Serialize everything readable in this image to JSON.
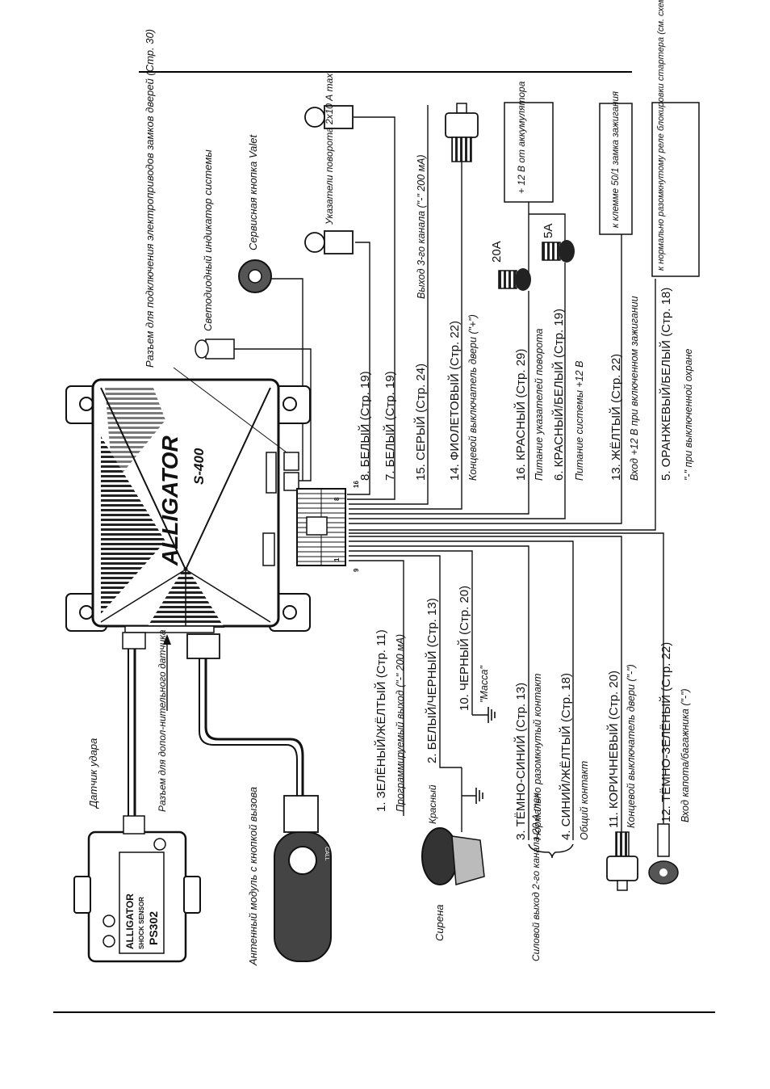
{
  "brand": {
    "logo": "ALLIGATOR",
    "model": "S-400"
  },
  "sensor": {
    "brand": "ALLIGATOR",
    "line": "SHOCK SENSOR",
    "model": "PS302"
  },
  "antenna_button": "CALL",
  "labels": {
    "connector_door_locks": "Разъем для подключения электроприводов замков дверей (Стр. 30)",
    "led_indicator": "Светодиодный индикатор системы",
    "valet_button": "Сервисная кнопка Valet",
    "turn_signals": "Указатели поворота 2x10 А max",
    "shock_sensor": "Датчик удара",
    "aux_sensor_connector": "Разъем для допол-нительного датчика",
    "antenna_module": "Антенный модуль с кнопкой вызова",
    "siren": "Сирена",
    "siren_red": "Красный",
    "power_output_ch2": "Силовой выход 2-го канала 20 А max",
    "fuse_20a": "20А",
    "fuse_5a": "5А",
    "battery": "+ 12 В от аккумулятора",
    "ignition_terminal": "к клемме 50/1 замка зажигания",
    "starter_relay": "к нормально разомкнутому реле блокировки стартера (см. схему)",
    "pin_1": "1",
    "pin_8": "8",
    "pin_9": "9",
    "pin_16": "16"
  },
  "wires": [
    {
      "text": "8. БЕЛЫЙ (Стр. 19)",
      "desc": ""
    },
    {
      "text": "7. БЕЛЫЙ (Стр. 19)",
      "desc": ""
    },
    {
      "text": "15. СЕРЫЙ (Стр. 24)",
      "desc": "Выход 3-го канала (\"-\" 200 мА)"
    },
    {
      "text": "14. ФИОЛЕТОВЫЙ (Стр. 22)",
      "desc": "Концевой выключатель двери (\"+\")"
    },
    {
      "text": "16. КРАСНЫЙ (Стр. 29)",
      "desc": "Питание указателей поворота"
    },
    {
      "text": "6. КРАСНЫЙ/БЕЛЫЙ (Стр. 19)",
      "desc": "Питание системы +12 В"
    },
    {
      "text": "13. ЖЁЛТЫЙ (Стр. 22)",
      "desc": "Вход +12 В при включенном зажигании"
    },
    {
      "text": "5. ОРАНЖЕВЫЙ/БЕЛЫЙ (Стр. 18)",
      "desc": "\"-\" при выключенной охране"
    },
    {
      "text": "1. ЗЕЛЁНЫЙ/ЖЁЛТЫЙ (Стр. 11)",
      "desc": "Программируемый выход (\"-\" 200 мА)"
    },
    {
      "text": "2. БЕЛЫЙ/ЧЕРНЫЙ (Стр. 13)",
      "desc": ""
    },
    {
      "text": "10. ЧЕРНЫЙ (Стр. 20)",
      "desc": "\"Масса\""
    },
    {
      "text": "3. ТЁМНО-СИНИЙ (Стр. 13)",
      "desc": "Нормально разомкнутый контакт"
    },
    {
      "text": "4. СИНИЙ/ЖЁЛТЫЙ (Стр. 18)",
      "desc": "Общий контакт"
    },
    {
      "text": "11. КОРИЧНЕВЫЙ (Стр. 20)",
      "desc": "Концевой выключатель двери (\"-\")"
    },
    {
      "text": "12. ТЁМНО-ЗЕЛЁНЫЙ (Стр. 22)",
      "desc": "Вход капота/багажника (\"-\")"
    }
  ]
}
